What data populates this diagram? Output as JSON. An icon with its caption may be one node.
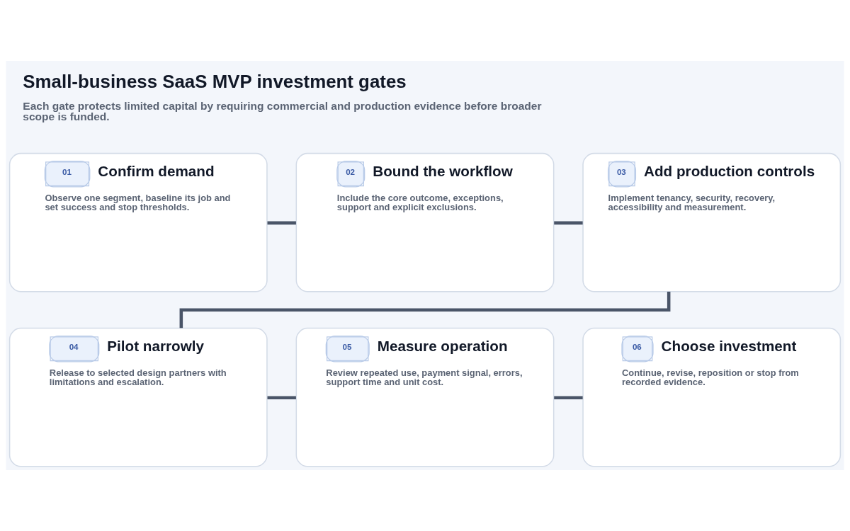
{
  "diagram": {
    "title": "Small-business SaaS MVP investment gates",
    "caption": "Each gate protects limited capital by requiring commercial and production evidence before broader scope is funded.",
    "nodes": [
      {
        "text": [
          "01",
          "Confirm demand",
          "Observe one segment, baseline its job and set success and stop thresholds."
        ]
      },
      {
        "text": [
          "02",
          "Bound the workflow",
          "Include the core outcome, exceptions, support and explicit exclusions."
        ]
      },
      {
        "text": [
          "03",
          "Add production controls",
          "Implement tenancy, security, recovery, accessibility and measurement."
        ]
      },
      {
        "text": [
          "04",
          "Pilot narrowly",
          "Release to selected design partners with limitations and escalation."
        ]
      },
      {
        "text": [
          "05",
          "Measure operation",
          "Review repeated use, payment signal, errors, support time and unit cost."
        ]
      },
      {
        "text": [
          "06",
          "Choose investment",
          "Continue, revise, reposition or stop from recorded evidence."
        ]
      }
    ],
    "edges": [
      {
        "from": 0,
        "to": 1,
        "arrow": "none"
      },
      {
        "from": 1,
        "to": 2,
        "arrow": "none"
      },
      {
        "from": 2,
        "to": 3,
        "arrow": "none"
      },
      {
        "from": 3,
        "to": 4,
        "arrow": "none"
      },
      {
        "from": 4,
        "to": 5,
        "arrow": "none"
      }
    ]
  }
}
